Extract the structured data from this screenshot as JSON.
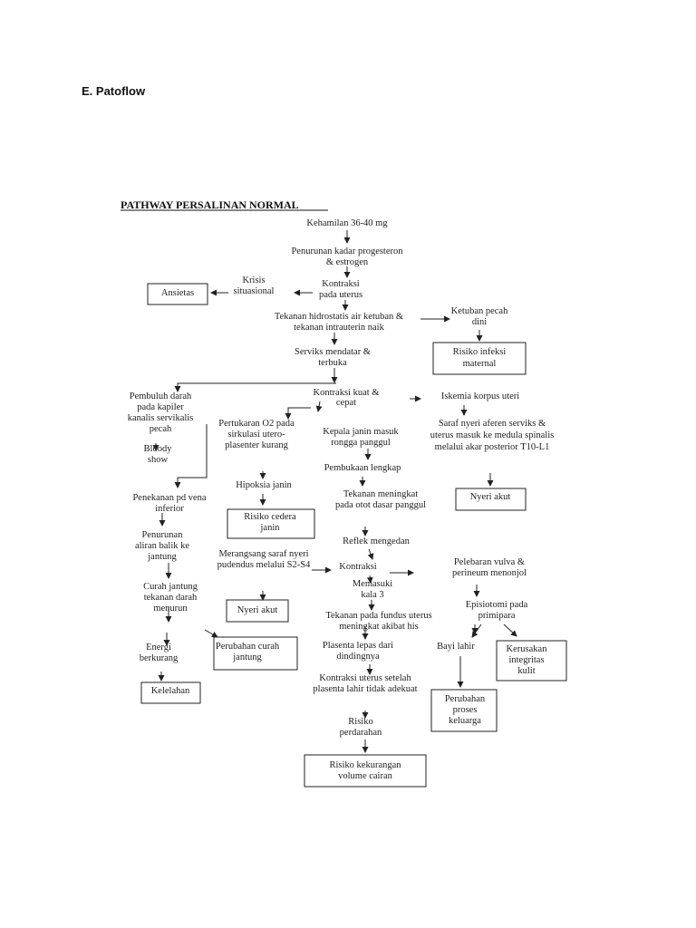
{
  "section_heading": "E. Patoflow",
  "diagram": {
    "title": "PATHWAY PERSALINAN NORMAL",
    "nodes": {
      "kehamilan": [
        "Kehamilan 36-40 mg"
      ],
      "penurunan_hormon": [
        "Penurunan kadar progesteron",
        "& estrogen"
      ],
      "kontraksi_uterus": [
        "Kontraksi",
        "pada uterus"
      ],
      "krisis": [
        "Krisis",
        "situasional"
      ],
      "ansietas": [
        "Ansietas"
      ],
      "tekanan_hidrostatis": [
        "Tekanan hidrostatis air ketuban &",
        "tekanan intrauterin naik"
      ],
      "ketuban_pecah": [
        "Ketuban pecah",
        "dini"
      ],
      "risiko_infeksi": [
        "Risiko infeksi",
        "maternal"
      ],
      "serviks": [
        "Serviks mendatar &",
        "terbuka"
      ],
      "kontraksi_kuat": [
        "Kontraksi kuat &",
        "cepat"
      ],
      "iskemia": [
        "Iskemia korpus uteri"
      ],
      "pembuluh_darah": [
        "Pembuluh darah",
        "pada kapiler",
        "kanalis servikalis",
        "pecah"
      ],
      "bloody_show": [
        "Bloody",
        "show"
      ],
      "pertukaran_o2": [
        "Pertukaran O2 pada",
        "sirkulasi utero-",
        "plasenter kurang"
      ],
      "kepala_janin": [
        "Kepala janin masuk",
        "rongga panggul"
      ],
      "saraf_nyeri": [
        "Saraf nyeri aferen serviks &",
        "uterus masuk ke medula spinalis",
        "melalui akar posterior T10-L1"
      ],
      "pembukaan": [
        "Pembukaan lengkap"
      ],
      "hipoksia": [
        "Hipoksia janin"
      ],
      "risiko_cedera": [
        "Risiko cedera",
        "janin"
      ],
      "tekanan_otot": [
        "Tekanan meningkat",
        "pada otot dasar panggul"
      ],
      "nyeri_akut_1": [
        "Nyeri akut"
      ],
      "penekanan_vena": [
        "Penekanan pd vena",
        "inferior"
      ],
      "penurunan_aliran": [
        "Penurunan",
        "aliran balik ke",
        "jantung"
      ],
      "refleks": [
        "Reflek mengedan"
      ],
      "merangsang": [
        "Merangsang saraf nyeri",
        "pudendus melalui S2-S4"
      ],
      "kontraksi_2": [
        "Kontraksi"
      ],
      "pelebaran_vulva": [
        "Pelebaran vulva &",
        "perineum menonjol"
      ],
      "curah_jantung": [
        "Curah jantung",
        "tekanan darah",
        "menurun"
      ],
      "memasuki_kala3": [
        "Memasuki",
        "kala 3"
      ],
      "nyeri_akut_2": [
        "Nyeri akut"
      ],
      "episiotomi": [
        "Episiotomi pada",
        "primipara"
      ],
      "tekanan_fundus": [
        "Tekanan pada fundus uterus",
        "meningkat akibat his"
      ],
      "energi": [
        "Energi",
        "berkurang"
      ],
      "perubahan_curah": [
        "Perubahan curah",
        "jantung"
      ],
      "plasenta_lepas": [
        "Plasenta lepas dari",
        "dindingnya"
      ],
      "bayi_lahir": [
        "Bayi lahir"
      ],
      "kerusakan": [
        "Kerusakan",
        "integritas",
        "kulit"
      ],
      "kelelahan": [
        "Kelelahan"
      ],
      "kontraksi_setelah": [
        "Kontraksi uterus setelah",
        "plasenta lahir tidak adekuat"
      ],
      "perubahan_proses": [
        "Perubahan",
        "proses",
        "keluarga"
      ],
      "risiko_perdarahan": [
        "Risiko",
        "perdarahan"
      ],
      "risiko_kekurangan": [
        "Risiko kekurangan",
        "volume cairan"
      ]
    }
  }
}
